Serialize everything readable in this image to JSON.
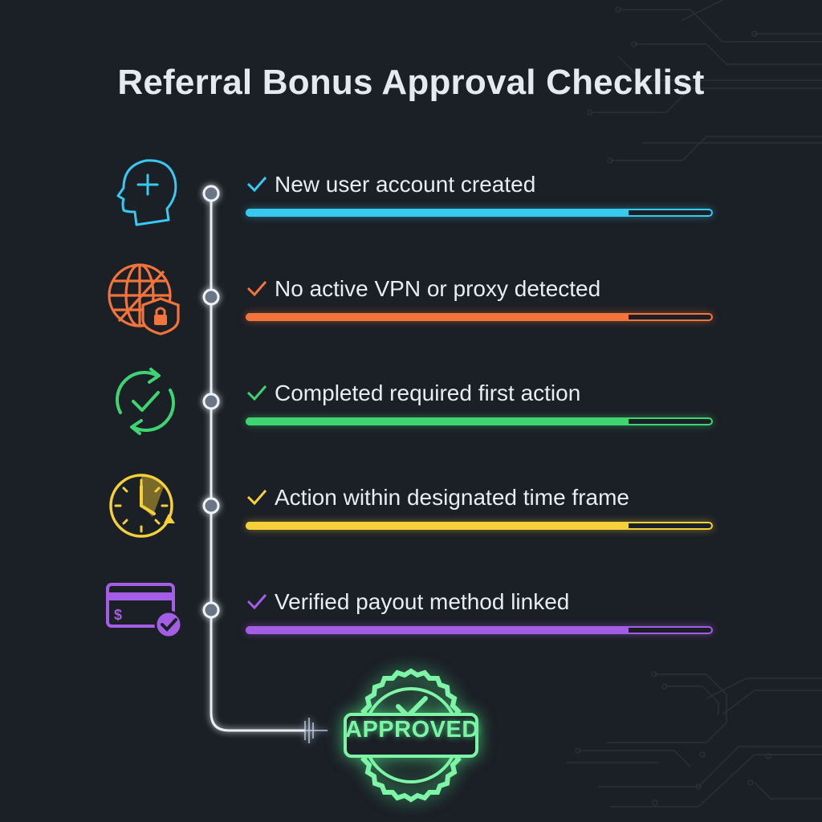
{
  "title": "Referral Bonus Approval Checklist",
  "colors": {
    "background": "#1b1f26",
    "timeline": "#e8eef6",
    "node_fill": "#6b7686",
    "cyan": "#38c9f0",
    "orange": "#f2743a",
    "green": "#3ed472",
    "yellow": "#f5d03a",
    "purple": "#a45ee6",
    "stamp_green": "#7ef5a6"
  },
  "checklist": [
    {
      "label": "New user account created",
      "icon": "user-plus-head-icon",
      "color": "#38c9f0",
      "status": "checked",
      "progress_pct": 82
    },
    {
      "label": "No active VPN or proxy detected",
      "icon": "globe-shield-lock-icon",
      "color": "#f2743a",
      "status": "checked",
      "progress_pct": 82
    },
    {
      "label": "Completed required first action",
      "icon": "refresh-check-icon",
      "color": "#3ed472",
      "status": "checked",
      "progress_pct": 82
    },
    {
      "label": "Action within designated time frame",
      "icon": "clock-timer-icon",
      "color": "#f5d03a",
      "status": "checked",
      "progress_pct": 82
    },
    {
      "label": "Verified payout method linked",
      "icon": "card-check-icon",
      "color": "#a45ee6",
      "status": "checked",
      "progress_pct": 82
    }
  ],
  "stamp": {
    "label": "APPROVED",
    "icon": "badge-check-icon"
  }
}
